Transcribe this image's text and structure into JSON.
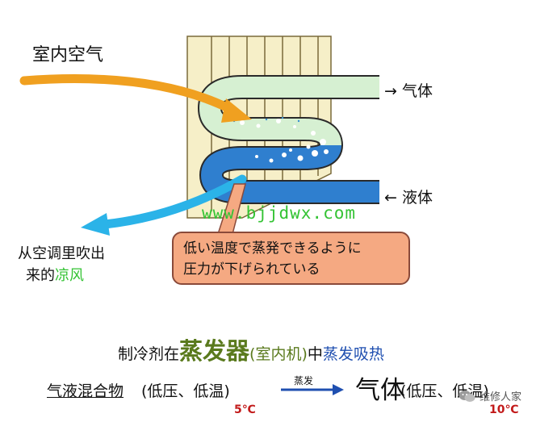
{
  "labels": {
    "indoor_air": "室内空气",
    "gas_out": "→ 气体",
    "liquid_in": "← 液体",
    "cool_air_line1": "从空调里吹出",
    "cool_air_line2_prefix": "来的",
    "cool_air_line2_highlight": "凉风",
    "watermark_url": "www.bjjdwx.com"
  },
  "note": {
    "line1": "低い温度で蒸発できるように",
    "line2": "圧力が下げられている"
  },
  "summary": {
    "prefix": "制冷剂在",
    "evaporator": "蒸发器",
    "unit": "(室内机)",
    "middle": "中",
    "result": "蒸发吸热"
  },
  "process": {
    "mixture": "气液混合物",
    "mixture_condition": "(低压、低温)",
    "arrow_label": "蒸发",
    "gas": "气体",
    "gas_condition": "(低压、低温)",
    "temp_in": "5℃",
    "temp_out": "10℃"
  },
  "watermark": {
    "text": "维修人家"
  },
  "colors": {
    "panel": "#f6efc8",
    "pipe_gas": "#d6f0d2",
    "pipe_liquid": "#2f7fcf",
    "warm_arrow": "#f0a020",
    "cool_arrow": "#2bb3e8",
    "note_box": "#f5a982",
    "evaporator_text": "#5a7a1d",
    "temperature": "#c21a1a",
    "url": "#34c334"
  }
}
